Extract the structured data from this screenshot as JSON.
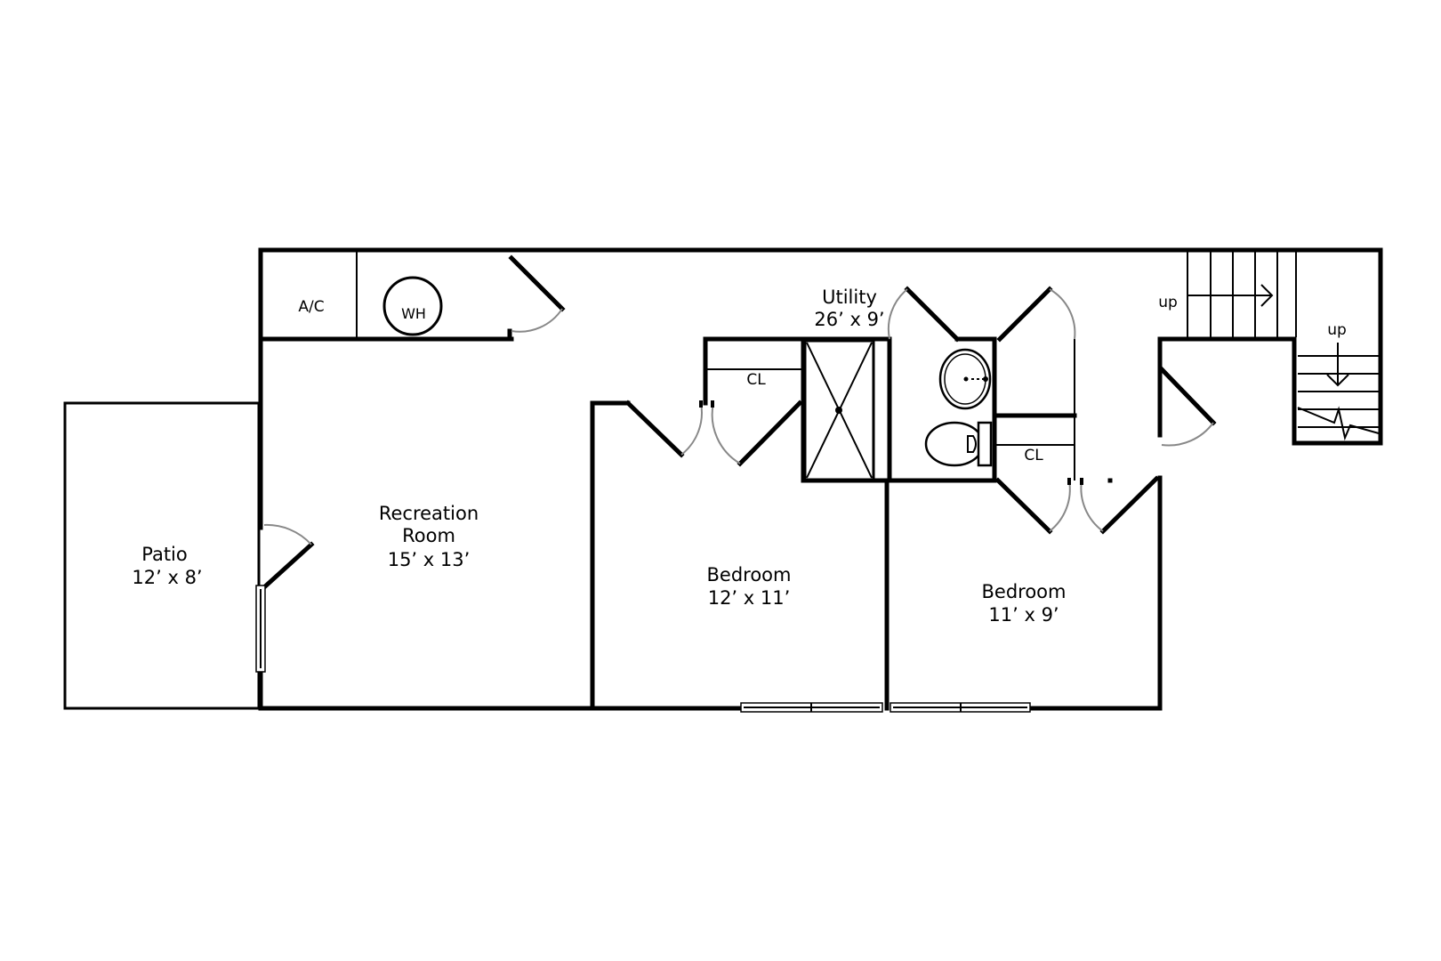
{
  "rooms": {
    "patio": {
      "name": "Patio",
      "size": "12’ x 8’"
    },
    "recreation": {
      "name_line1": "Recreation",
      "name_line2": "Room",
      "size": "15’ x 13’"
    },
    "utility": {
      "name": "Utility",
      "size": "26’ x 9’"
    },
    "bedroom1": {
      "name": "Bedroom",
      "size": "12’ x 11’"
    },
    "bedroom2": {
      "name": "Bedroom",
      "size": "11’ x 9’"
    }
  },
  "fixtures": {
    "ac": "A/C",
    "water_heater": "WH",
    "closet1": "CL",
    "closet2": "CL"
  },
  "stairs": {
    "upper_label": "up",
    "lower_label": "up"
  }
}
